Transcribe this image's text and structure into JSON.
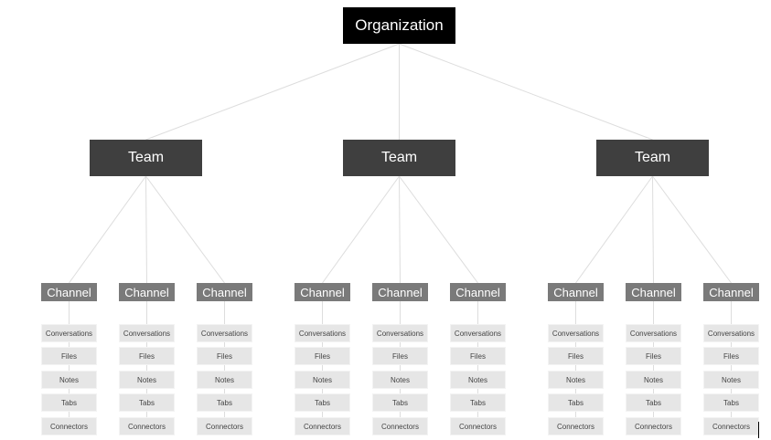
{
  "organization": {
    "label": "Organization"
  },
  "teams": [
    {
      "label": "Team",
      "channels": [
        {
          "label": "Channel",
          "items": [
            "Conversations",
            "Files",
            "Notes",
            "Tabs",
            "Connectors"
          ]
        },
        {
          "label": "Channel",
          "items": [
            "Conversations",
            "Files",
            "Notes",
            "Tabs",
            "Connectors"
          ]
        },
        {
          "label": "Channel",
          "items": [
            "Conversations",
            "Files",
            "Notes",
            "Tabs",
            "Connectors"
          ]
        }
      ]
    },
    {
      "label": "Team",
      "channels": [
        {
          "label": "Channel",
          "items": [
            "Conversations",
            "Files",
            "Notes",
            "Tabs",
            "Connectors"
          ]
        },
        {
          "label": "Channel",
          "items": [
            "Conversations",
            "Files",
            "Notes",
            "Tabs",
            "Connectors"
          ]
        },
        {
          "label": "Channel",
          "items": [
            "Conversations",
            "Files",
            "Notes",
            "Tabs",
            "Connectors"
          ]
        }
      ]
    },
    {
      "label": "Team",
      "channels": [
        {
          "label": "Channel",
          "items": [
            "Conversations",
            "Files",
            "Notes",
            "Tabs",
            "Connectors"
          ]
        },
        {
          "label": "Channel",
          "items": [
            "Conversations",
            "Files",
            "Notes",
            "Tabs",
            "Connectors"
          ]
        },
        {
          "label": "Channel",
          "items": [
            "Conversations",
            "Files",
            "Notes",
            "Tabs",
            "Connectors"
          ]
        }
      ]
    }
  ],
  "colors": {
    "organization_fill": "#000000",
    "team_fill": "#3f3f3f",
    "channel_fill": "#7a7a7a",
    "item_fill": "#e6e6e6",
    "connector_line": "#dddddd"
  }
}
